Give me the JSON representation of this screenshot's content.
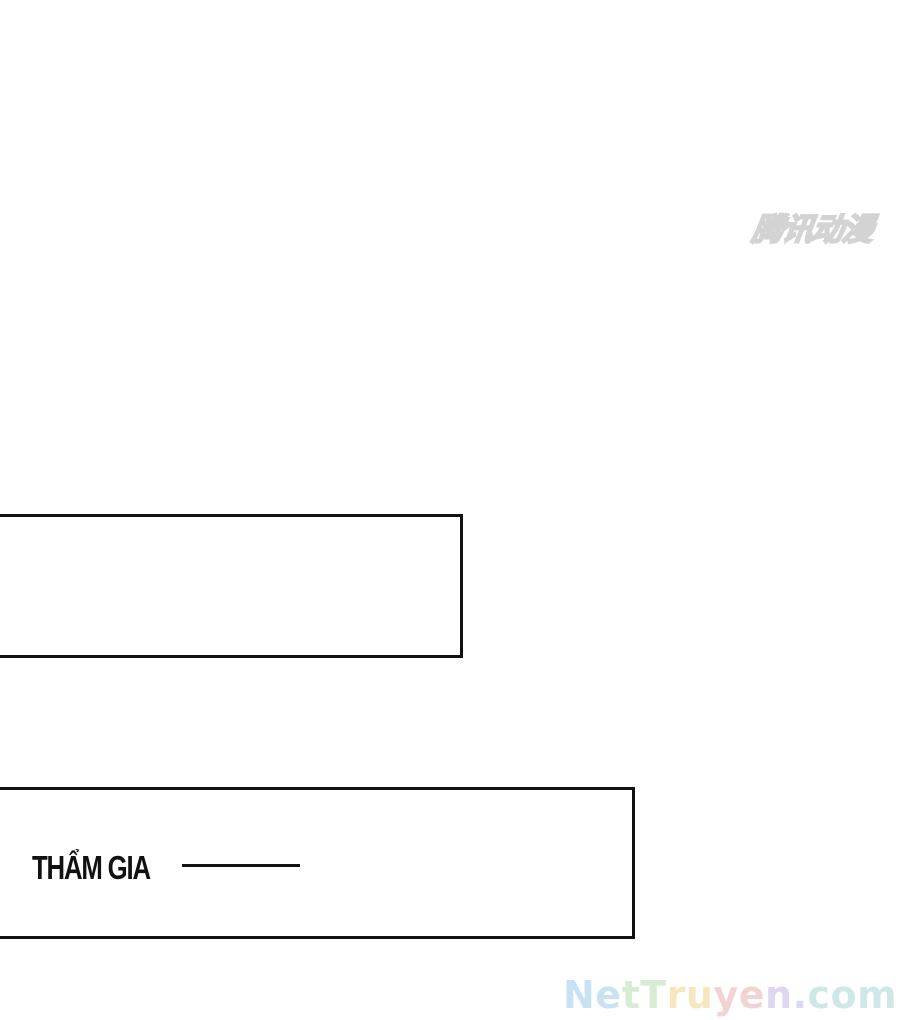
{
  "watermarks": {
    "top": "腾讯动漫",
    "bottom": {
      "text": "NetTruyen.com",
      "segments": [
        "Ne",
        "tT",
        "ru",
        "ye",
        "n.",
        "com"
      ]
    }
  },
  "panels": [
    {
      "text": ""
    },
    {
      "text": "THẨM GIA"
    }
  ]
}
